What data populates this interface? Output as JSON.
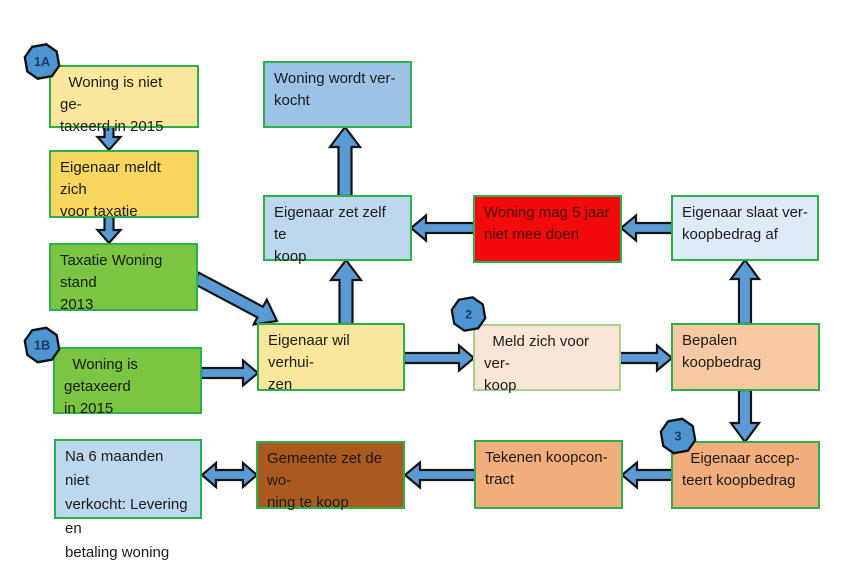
{
  "diagram": {
    "badges": {
      "b1a": "1A",
      "b1b": "1B",
      "b2": "2",
      "b3": "3"
    },
    "boxes": {
      "not_taxed": "  Woning is niet ge-\ntaxeerd in 2015",
      "meldt_taxatie": "Eigenaar meldt zich\nvoor taxatie",
      "taxatie_2013": "Taxatie Woning stand\n2013",
      "getaxeerd": "  Woning is getaxeerd\nin 2015",
      "wordt_verkocht": "Woning wordt ver-\nkocht",
      "zet_zelf": "Eigenaar zet zelf te\nkoop",
      "mag_niet_meedoen": "Woning mag 5 jaar\nniet mee doen",
      "slaat_af": "Eigenaar slaat ver-\nkoopbedrag af",
      "wil_verhuizen": "Eigenaar wil verhui-\nzen",
      "meld_verkoop": "  Meld zich voor ver-\nkoop",
      "bepalen": "Bepalen koopbedrag",
      "accepteert": "  Eigenaar accep-\nteert koopbedrag",
      "tekenen": "Tekenen koopcon-\ntract",
      "gemeente": "Gemeente zet de wo-\nning te koop",
      "na6": "Na 6 maanden niet\nverkocht: Levering en\nbetaling woning"
    },
    "colors": {
      "arrow_blue": "#5B9BD5",
      "border_green": "#2CB04A",
      "border_light_green": "#A9D18E",
      "badge_blue": "#4E94D1",
      "badge_text": "#1F3864",
      "pale_yellow": "#FBE79C",
      "gold_yellow": "#F8D660",
      "green": "#7CC543",
      "mid_blue": "#9CC3E5",
      "light_blue": "#BDD7EE",
      "pale_blue": "#DEEBF7",
      "red": "#F30B0B",
      "pale_peach": "#FBE5D6",
      "peach": "#F7C9A2",
      "dark_peach": "#F1AD7C",
      "brown": "#AB5A1F"
    }
  }
}
